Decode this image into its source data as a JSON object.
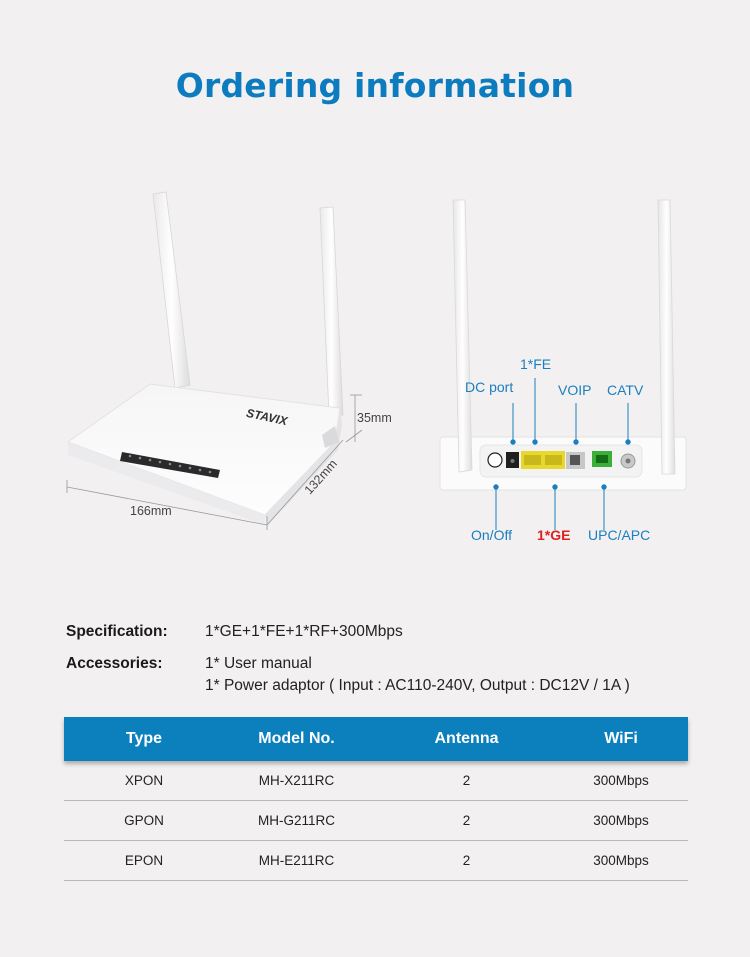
{
  "page": {
    "title": "Ordering information",
    "accent_color": "#0d7cbf",
    "background_color": "#f2f0f1"
  },
  "front_view": {
    "brand_logo": "STAVIX",
    "dimensions": {
      "width": "166mm",
      "depth": "132mm",
      "height": "35mm"
    }
  },
  "rear_view": {
    "top_labels": {
      "fe": "1*FE",
      "dc_port": "DC port",
      "voip": "VOIP",
      "catv": "CATV"
    },
    "bottom_labels": {
      "on_off": "On/Off",
      "ge": "1*GE",
      "upc_apc": "UPC/APC"
    },
    "label_color": "#1b7fbf",
    "highlight_color": "#e0201f"
  },
  "specification": {
    "label": "Specification:",
    "value": "1*GE+1*FE+1*RF+300Mbps"
  },
  "accessories": {
    "label": "Accessories:",
    "items": [
      "1* User manual",
      "1* Power adaptor  ( Input : AC110-240V,  Output : DC12V / 1A )"
    ]
  },
  "table": {
    "header_color": "#0c7fbd",
    "columns": [
      "Type",
      "Model No.",
      "Antenna",
      "WiFi"
    ],
    "rows": [
      [
        "XPON",
        "MH-X211RC",
        "2",
        "300Mbps"
      ],
      [
        "GPON",
        "MH-G211RC",
        "2",
        "300Mbps"
      ],
      [
        "EPON",
        "MH-E211RC",
        "2",
        "300Mbps"
      ]
    ]
  }
}
